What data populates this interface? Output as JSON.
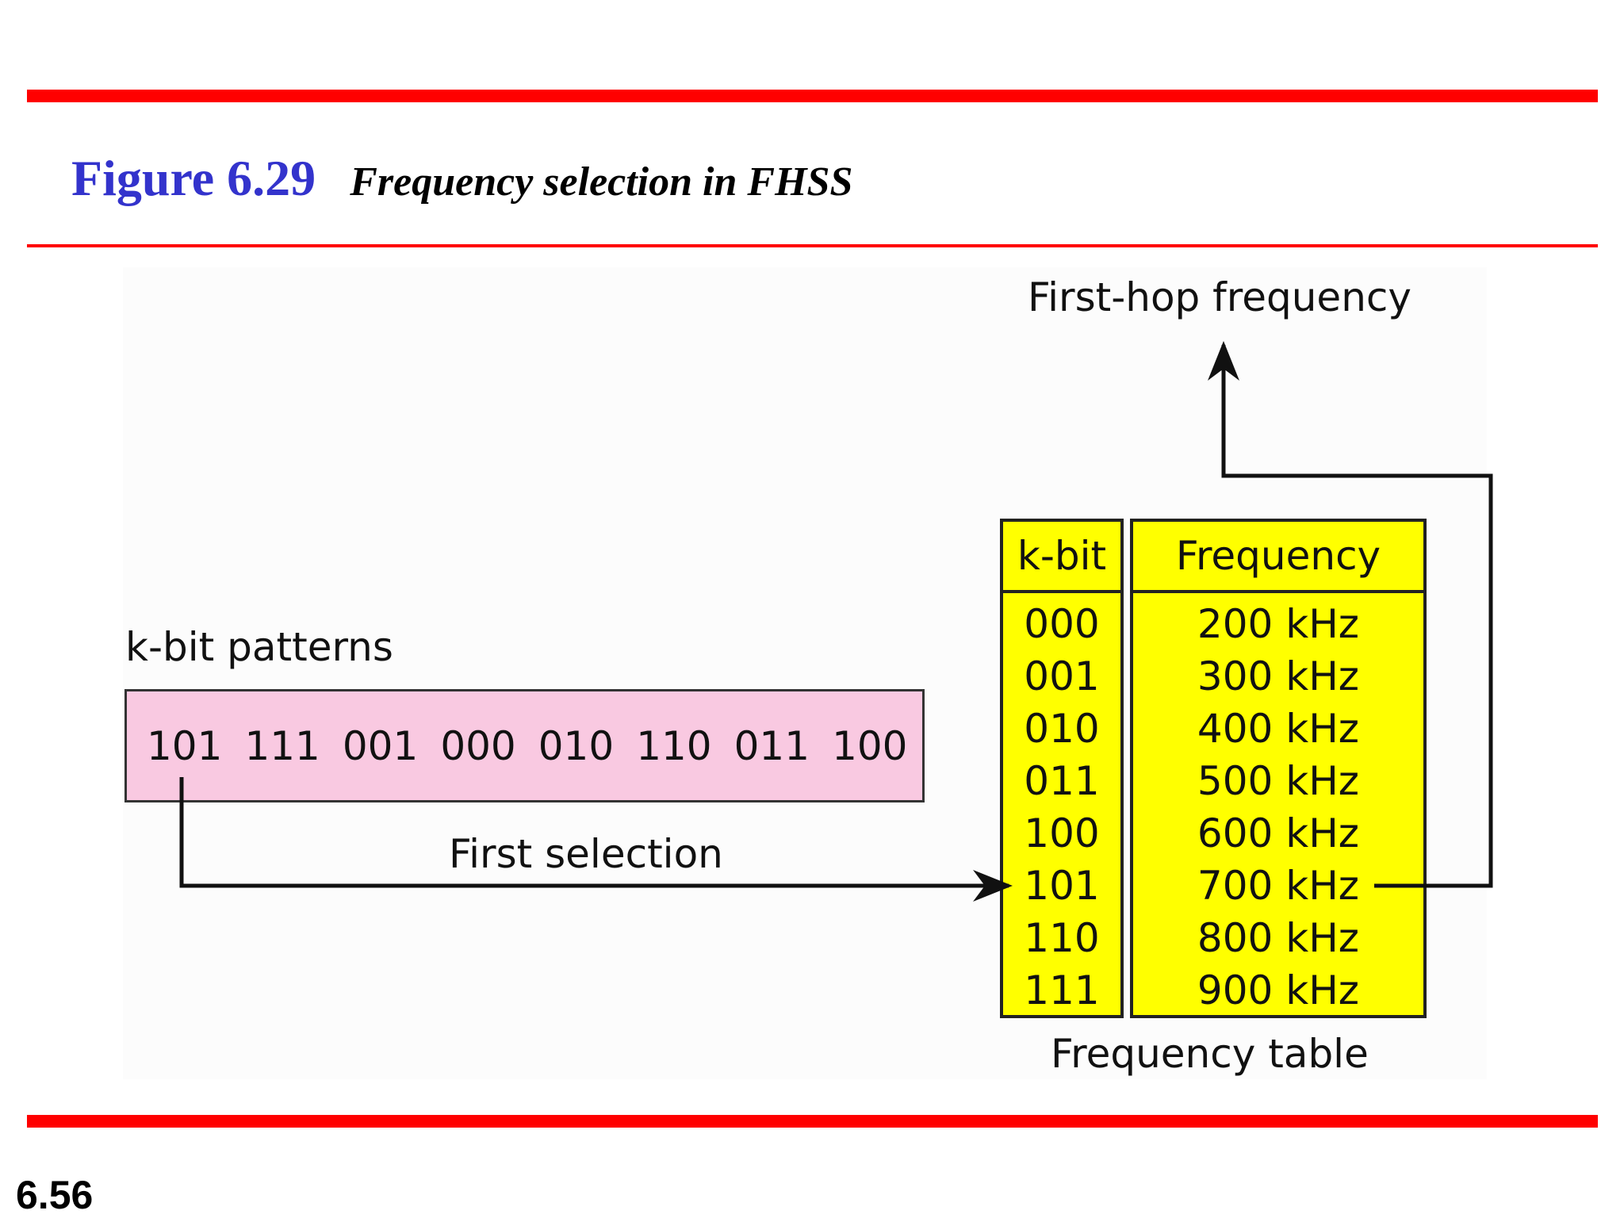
{
  "figure": {
    "number": "Figure 6.29",
    "caption": "Frequency selection in FHSS"
  },
  "labels": {
    "first_hop": "First-hop frequency",
    "kbit_patterns": "k-bit patterns",
    "first_selection": "First selection",
    "frequency_table": "Frequency table"
  },
  "patterns": [
    "101",
    "111",
    "001",
    "000",
    "010",
    "110",
    "011",
    "100"
  ],
  "table": {
    "header_kbit": "k-bit",
    "header_frequency": "Frequency",
    "rows": [
      {
        "kbit": "000",
        "frequency": "200 kHz"
      },
      {
        "kbit": "001",
        "frequency": "300 kHz"
      },
      {
        "kbit": "010",
        "frequency": "400 kHz"
      },
      {
        "kbit": "011",
        "frequency": "500 kHz"
      },
      {
        "kbit": "100",
        "frequency": "600 kHz"
      },
      {
        "kbit": "101",
        "frequency": "700 kHz"
      },
      {
        "kbit": "110",
        "frequency": "800 kHz"
      },
      {
        "kbit": "111",
        "frequency": "900 kHz"
      }
    ]
  },
  "slide_number": "6.56",
  "colors": {
    "accent_rule": "#ff0000",
    "figure_number": "#3333cc",
    "pattern_fill": "#f9c9e1",
    "table_fill": "#ffff00"
  }
}
